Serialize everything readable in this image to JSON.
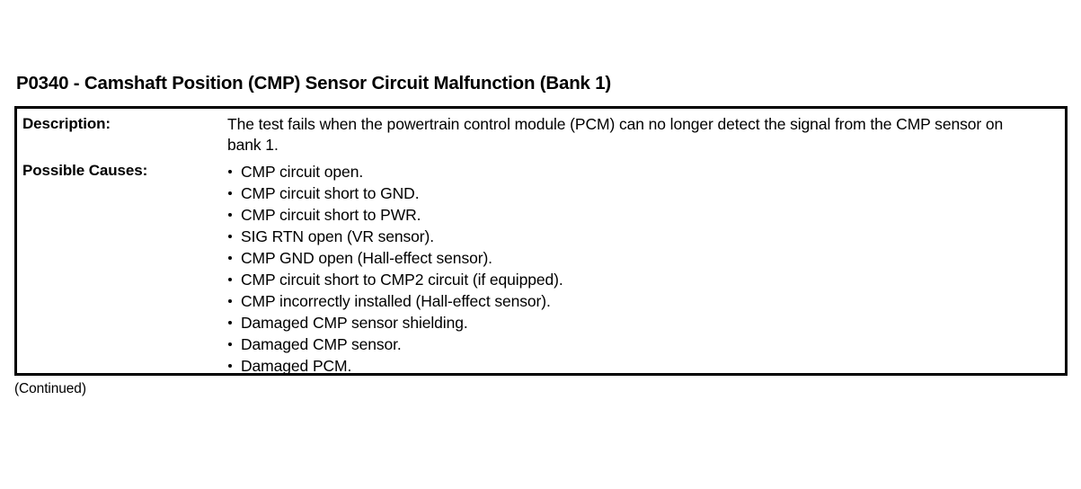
{
  "document": {
    "title": "P0340 - Camshaft Position (CMP) Sensor Circuit Malfunction (Bank 1)",
    "footer_note": "(Continued)",
    "colors": {
      "page_background": "#ffffff",
      "text": "#000000",
      "table_border": "#000000"
    }
  },
  "table": {
    "rows": [
      {
        "label": "Description:",
        "text": "The test fails when the powertrain control module (PCM) can no longer detect the signal from the CMP sensor on bank 1."
      },
      {
        "label": "Possible Causes:",
        "items": [
          "CMP circuit open.",
          "CMP circuit short to GND.",
          "CMP circuit short to PWR.",
          "SIG RTN open (VR sensor).",
          "CMP GND open (Hall-effect sensor).",
          "CMP circuit short to CMP2 circuit (if equipped).",
          "CMP incorrectly installed (Hall-effect sensor).",
          "Damaged CMP sensor shielding.",
          "Damaged CMP sensor.",
          "Damaged PCM."
        ]
      }
    ]
  }
}
